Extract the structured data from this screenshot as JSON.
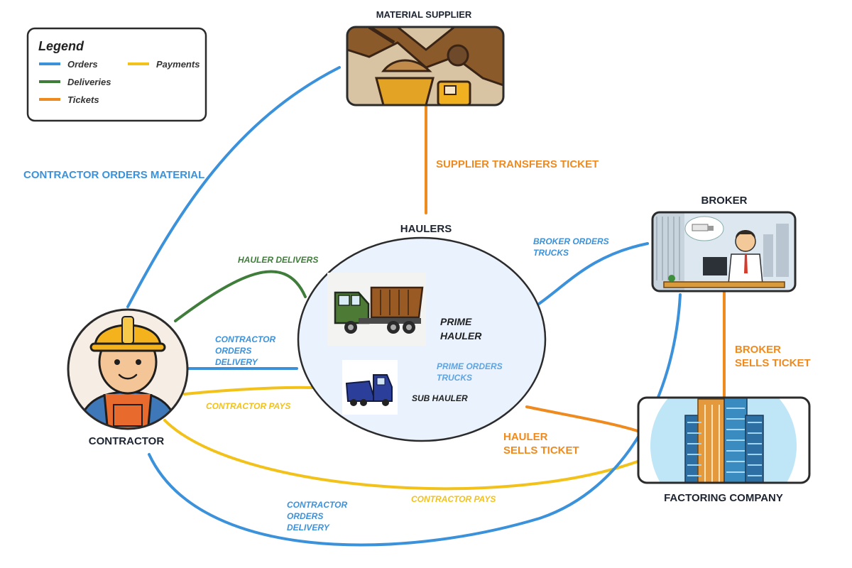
{
  "legend": {
    "title": "Legend",
    "items": [
      {
        "label": "Orders",
        "color": "#3b92db"
      },
      {
        "label": "Deliveries",
        "color": "#3f7d3a"
      },
      {
        "label": "Tickets",
        "color": "#ef8a1f"
      },
      {
        "label": "Payments",
        "color": "#f2c21b"
      }
    ]
  },
  "colors": {
    "orders": "#3b92db",
    "deliveries": "#3f7d3a",
    "tickets": "#ef8a1f",
    "payments": "#f2c21b",
    "node_border": "#2b2b2b",
    "haulers_fill": "#eaf3fd"
  },
  "nodes": {
    "material_supplier": {
      "title": "MATERIAL SUPPLIER",
      "icon": "mining-dump-truck-icon"
    },
    "haulers": {
      "title": "HAULERS",
      "prime_label_line1": "PRIME",
      "prime_label_line2": "HAULER",
      "sub_label": "SUB HAULER",
      "prime_orders_line1": "PRIME ORDERS",
      "prime_orders_line2": "TRUCKS"
    },
    "broker": {
      "title": "BROKER",
      "icon": "broker-office-icon"
    },
    "factoring_company": {
      "title": "FACTORING COMPANY",
      "icon": "office-building-icon"
    },
    "contractor": {
      "title": "CONTRACTOR",
      "icon": "construction-worker-icon"
    }
  },
  "edges": {
    "contractor_orders_material": "CONTRACTOR ORDERS MATERIAL",
    "supplier_transfers_ticket": "SUPPLIER TRANSFERS TICKET",
    "hauler_delivers": "HAULER DELIVERS",
    "contractor_orders_delivery_top": [
      "CONTRACTOR",
      "ORDERS",
      "DELIVERY"
    ],
    "contractor_pays_top": "CONTRACTOR PAYS",
    "broker_orders_trucks": [
      "BROKER ORDERS",
      "TRUCKS"
    ],
    "broker_sells_ticket": [
      "BROKER",
      "SELLS TICKET"
    ],
    "hauler_sells_ticket": [
      "HAULER",
      "SELLS TICKET"
    ],
    "contractor_pays_bottom": "CONTRACTOR PAYS",
    "contractor_orders_delivery_bottom": [
      "CONTRACTOR",
      "ORDERS",
      "DELIVERY"
    ]
  }
}
